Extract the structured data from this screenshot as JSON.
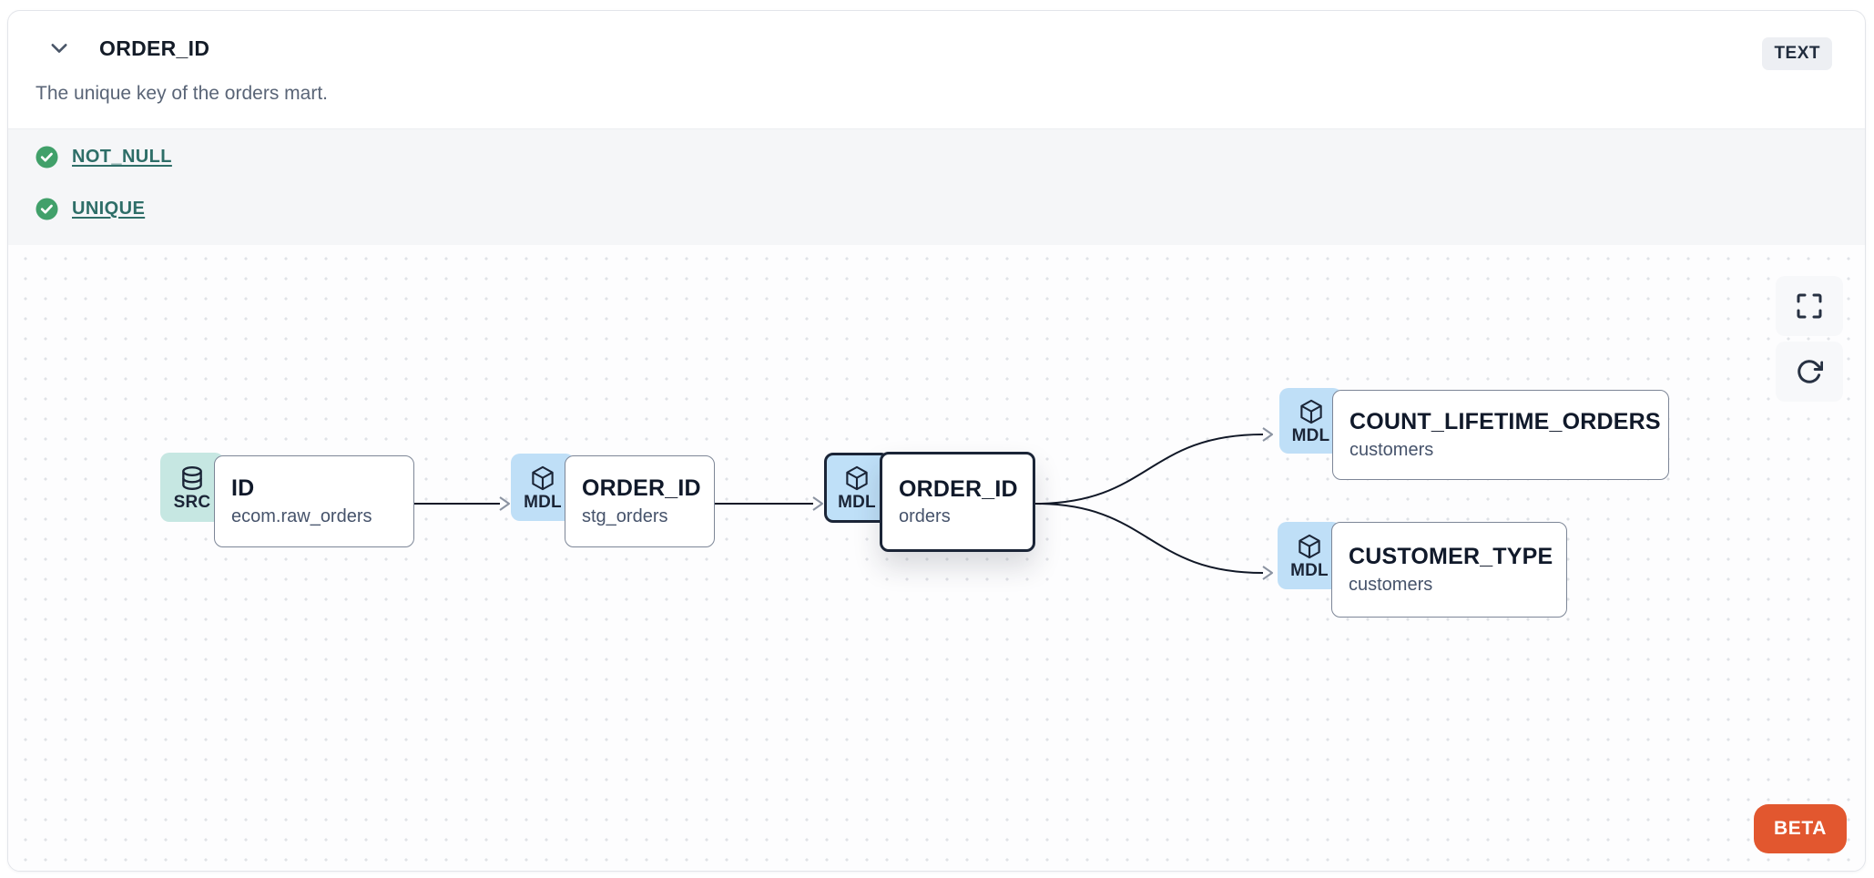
{
  "panel": {
    "title": "ORDER_ID",
    "type_badge": "TEXT",
    "description": "The unique key of the orders mart."
  },
  "tests": [
    {
      "label": "NOT_NULL",
      "status": "passed"
    },
    {
      "label": "UNIQUE",
      "status": "passed"
    }
  ],
  "lineage": {
    "nodes": [
      {
        "badge": "SRC",
        "icon": "database-icon",
        "title": "ID",
        "subtitle": "ecom.raw_orders",
        "selected": false
      },
      {
        "badge": "MDL",
        "icon": "cube-icon",
        "title": "ORDER_ID",
        "subtitle": "stg_orders",
        "selected": false
      },
      {
        "badge": "MDL",
        "icon": "cube-icon",
        "title": "ORDER_ID",
        "subtitle": "orders",
        "selected": true
      },
      {
        "badge": "MDL",
        "icon": "cube-icon",
        "title": "COUNT_LIFETIME_ORDERS",
        "subtitle": "customers",
        "selected": false
      },
      {
        "badge": "MDL",
        "icon": "cube-icon",
        "title": "CUSTOMER_TYPE",
        "subtitle": "customers",
        "selected": false
      }
    ],
    "edges": [
      {
        "from": "ID (ecom.raw_orders)",
        "to": "ORDER_ID (stg_orders)"
      },
      {
        "from": "ORDER_ID (stg_orders)",
        "to": "ORDER_ID (orders)"
      },
      {
        "from": "ORDER_ID (orders)",
        "to": "COUNT_LIFETIME_ORDERS (customers)"
      },
      {
        "from": "ORDER_ID (orders)",
        "to": "CUSTOMER_TYPE (customers)"
      }
    ],
    "beta_label": "BETA"
  },
  "colors": {
    "source_badge": "#c6e7e2",
    "model_badge": "#bfdff7",
    "selected_border": "#1b2537",
    "check_green": "#41a06a",
    "test_link": "#2e6e68",
    "beta_orange": "#e2572f"
  }
}
